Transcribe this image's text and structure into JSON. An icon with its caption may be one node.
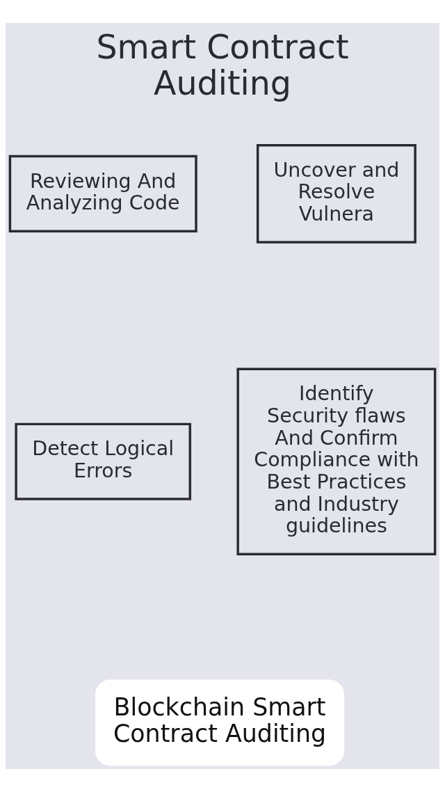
{
  "diagram": {
    "title": "Smart Contract Auditing",
    "caption": "Blockchain Smart Contract Auditing",
    "nodes": [
      {
        "text": [
          "Reviewing And Analyzing Code"
        ]
      },
      {
        "text": [
          "Uncover and Resolve Vulnera"
        ]
      },
      {
        "text": [
          "Detect Logical Errors"
        ]
      },
      {
        "text": [
          "Identify Security flaws And Confirm Compliance with Best Practices and Industry guidelines"
        ]
      }
    ]
  }
}
